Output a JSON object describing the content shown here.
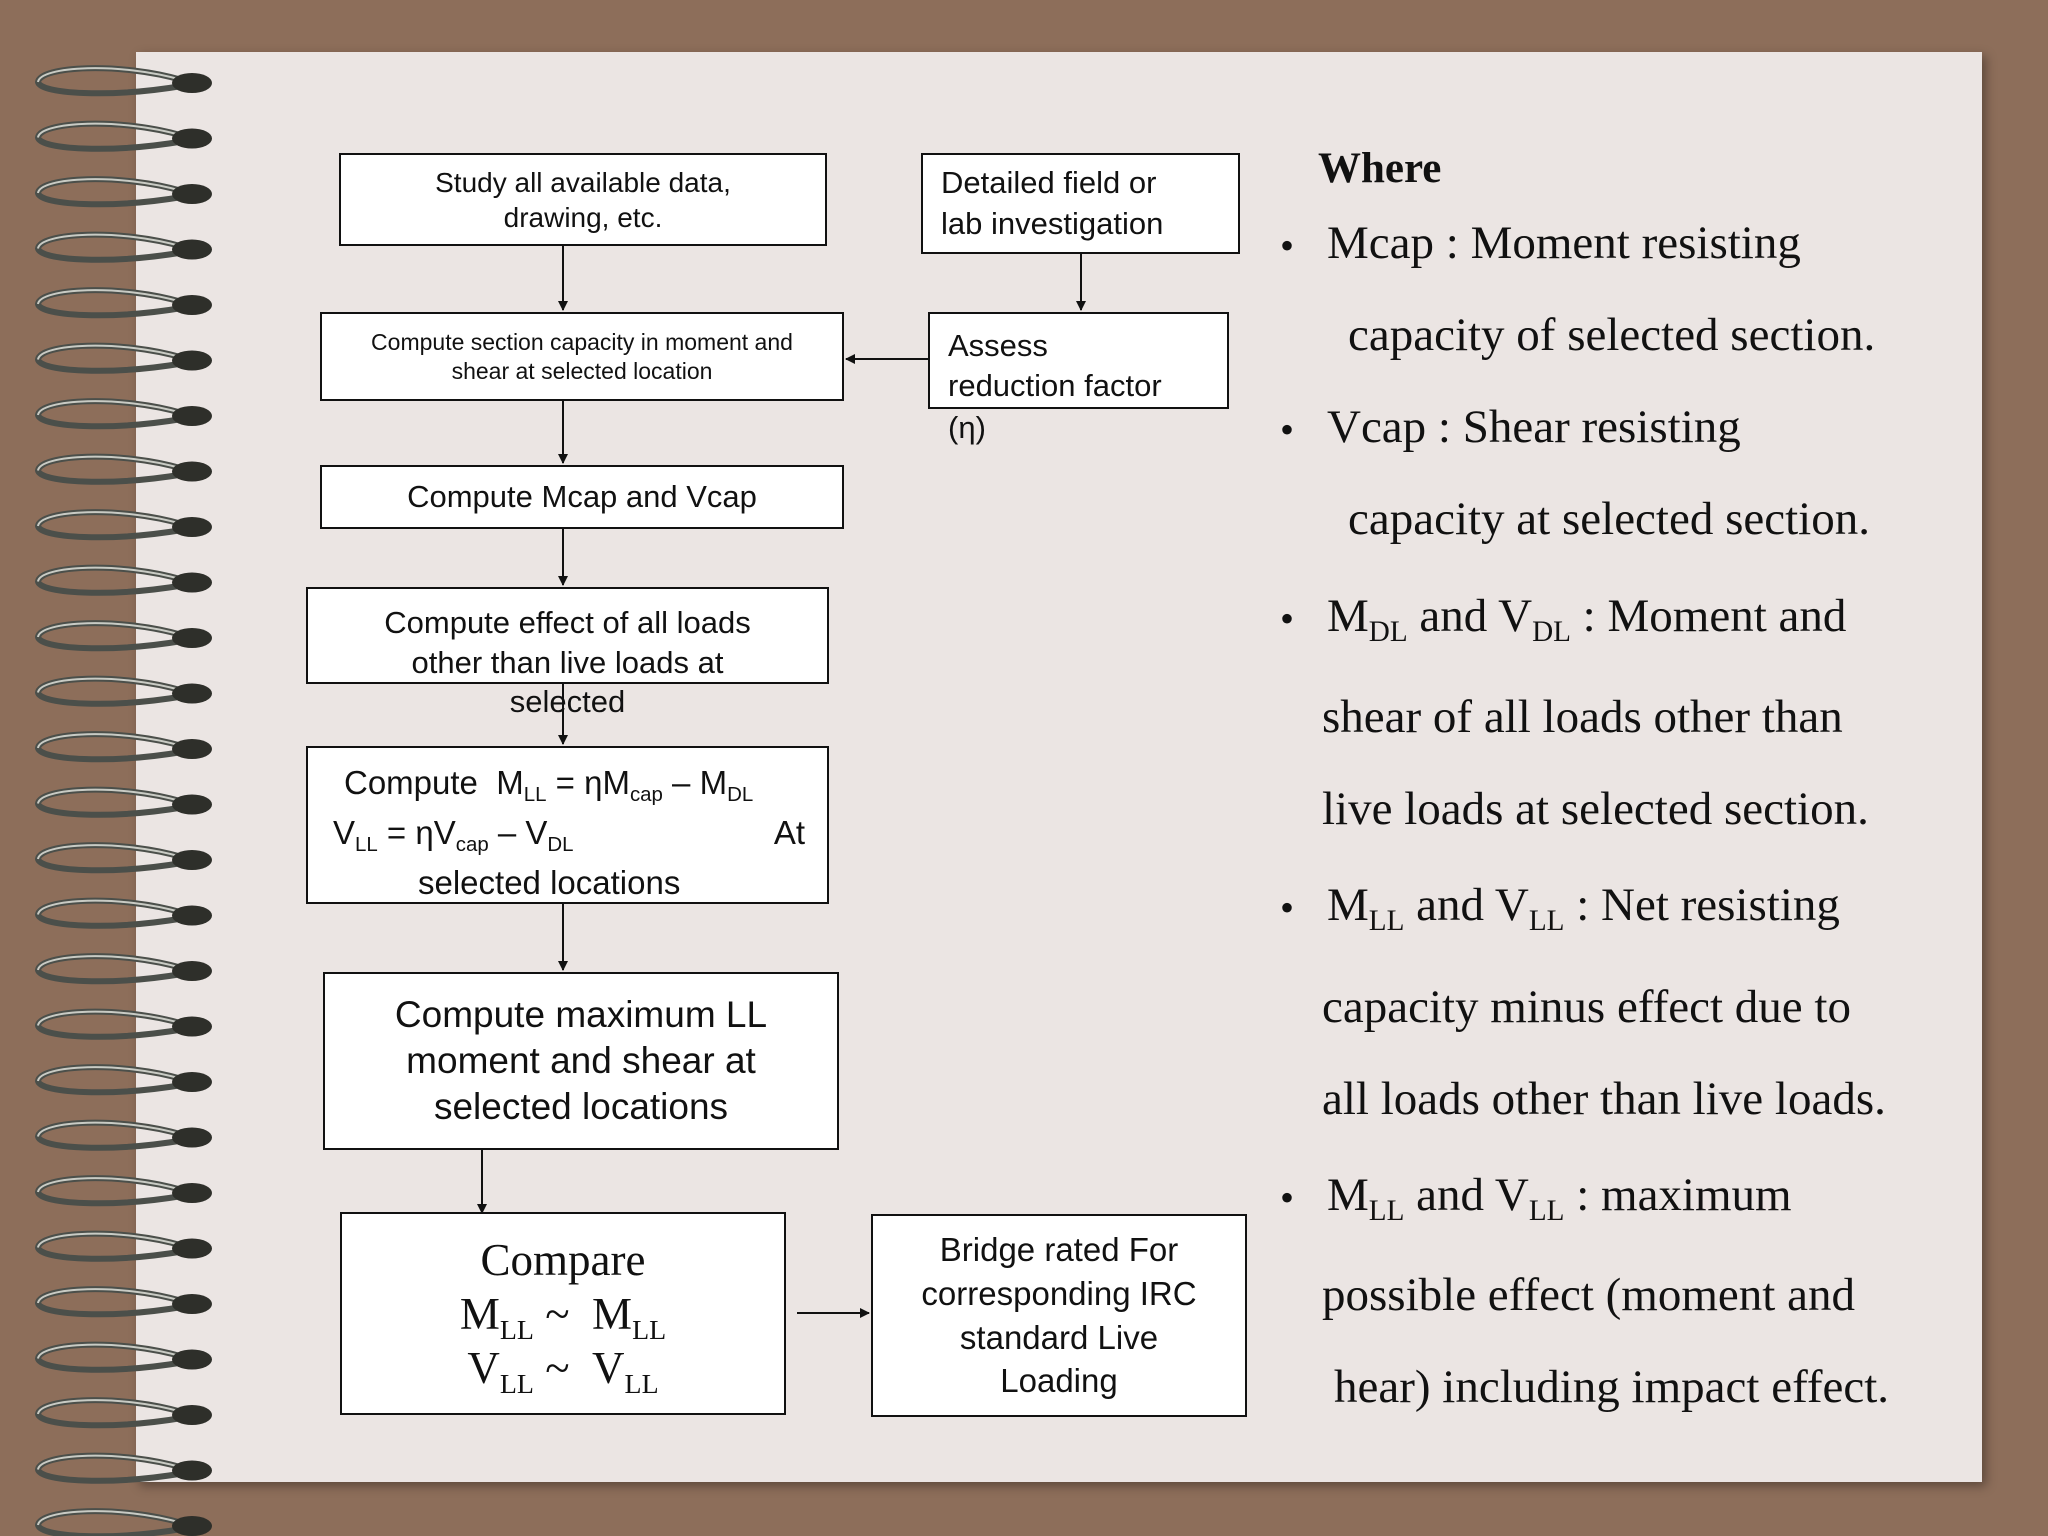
{
  "flowchart": {
    "study": [
      "Study all available data,",
      "drawing, etc."
    ],
    "field": [
      "Detailed  field  or",
      "lab investigation"
    ],
    "section_capacity": [
      "Compute section capacity in moment and",
      "shear at selected location"
    ],
    "assess": [
      "Assess",
      "reduction  factor",
      "(η)"
    ],
    "mcap_vcap": "Compute Mcap and Vcap",
    "effect": [
      "Compute effect of all loads",
      "other than live loads at",
      "selected"
    ],
    "mll": {
      "compute": "Compute",
      "M": "M",
      "LL": "LL",
      "eq_eta": " = ηM",
      "cap": "cap",
      "minus": " – M",
      "DL": "DL",
      "V": "V",
      "eq_eta_v": " = ηV",
      "minus_v": " – V",
      "at": "At",
      "selected_locations": "selected locations"
    },
    "max_ll": [
      "Compute maximum LL",
      "moment and shear at",
      "selected locations"
    ],
    "compare": {
      "title": "Compare",
      "M": "M",
      "V": "V",
      "LL": "LL",
      "tilde": " ~ "
    },
    "bridge": [
      "Bridge rated For",
      "corresponding IRC",
      "standard Live",
      "Loading"
    ]
  },
  "legend": {
    "where": "Where",
    "bullet": "•",
    "mcap_1": "Mcap : Moment resisting",
    "mcap_2": "capacity of selected section.",
    "vcap_1": "Vcap : Shear resisting",
    "vcap_2": "capacity at selected section.",
    "dl": {
      "M": "M",
      "DL": "DL",
      "and": " and V",
      "rest": " : Moment and"
    },
    "dl_2": "shear of all loads other than",
    "dl_3": "live loads at selected section.",
    "ll": {
      "M": "M",
      "LL": "LL",
      "and": " and V",
      "rest": " : Net resisting"
    },
    "ll_2": "capacity minus effect due to",
    "ll_3": "all loads other than live loads.",
    "ll_max": {
      "M": "M",
      "LL": "LL",
      "and": " and V",
      "rest": " : maximum"
    },
    "ll_max_2": "possible effect (moment  and",
    "ll_max_3": "hear) including impact effect."
  }
}
